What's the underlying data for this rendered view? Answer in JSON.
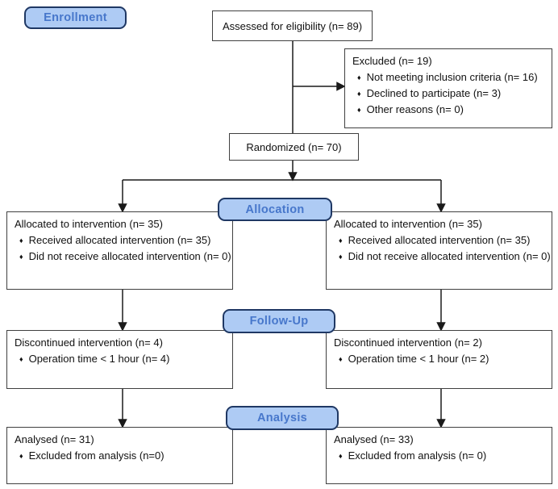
{
  "stages": {
    "enrollment": "Enrollment",
    "allocation": "Allocation",
    "followup": "Follow-Up",
    "analysis": "Analysis"
  },
  "bullet_glyph": "♦",
  "boxes": {
    "assessed": {
      "title": "Assessed for eligibility (n= 89)"
    },
    "excluded": {
      "title": "Excluded (n= 19)",
      "bullets": [
        "Not meeting inclusion criteria (n= 16)",
        "Declined to participate (n= 3)",
        "Other reasons (n= 0)"
      ]
    },
    "randomized": {
      "title": "Randomized (n= 70)"
    },
    "allocation_left": {
      "title": "Allocated to intervention (n= 35)",
      "bullets": [
        "Received allocated intervention (n= 35)",
        "Did not receive allocated intervention (n= 0)"
      ]
    },
    "allocation_right": {
      "title": "Allocated to intervention (n= 35)",
      "bullets": [
        "Received allocated intervention (n= 35)",
        "Did not receive allocated intervention (n= 0)"
      ]
    },
    "followup_left": {
      "title": "Discontinued intervention (n= 4)",
      "bullets": [
        "Operation time < 1 hour (n= 4)"
      ]
    },
    "followup_right": {
      "title": "Discontinued intervention (n= 2)",
      "bullets": [
        "Operation time < 1 hour (n= 2)"
      ]
    },
    "analysis_left": {
      "title": "Analysed (n= 31)",
      "bullets": [
        "Excluded from analysis (n=0)"
      ]
    },
    "analysis_right": {
      "title": "Analysed (n= 33)",
      "bullets": [
        "Excluded from analysis (n= 0)"
      ]
    }
  },
  "colors": {
    "badge_fill": "#AECBF4",
    "badge_border": "#1F3864",
    "badge_text": "#4777CB",
    "box_border": "#404040",
    "connector": "#000000",
    "background": "#FFFFFF"
  }
}
